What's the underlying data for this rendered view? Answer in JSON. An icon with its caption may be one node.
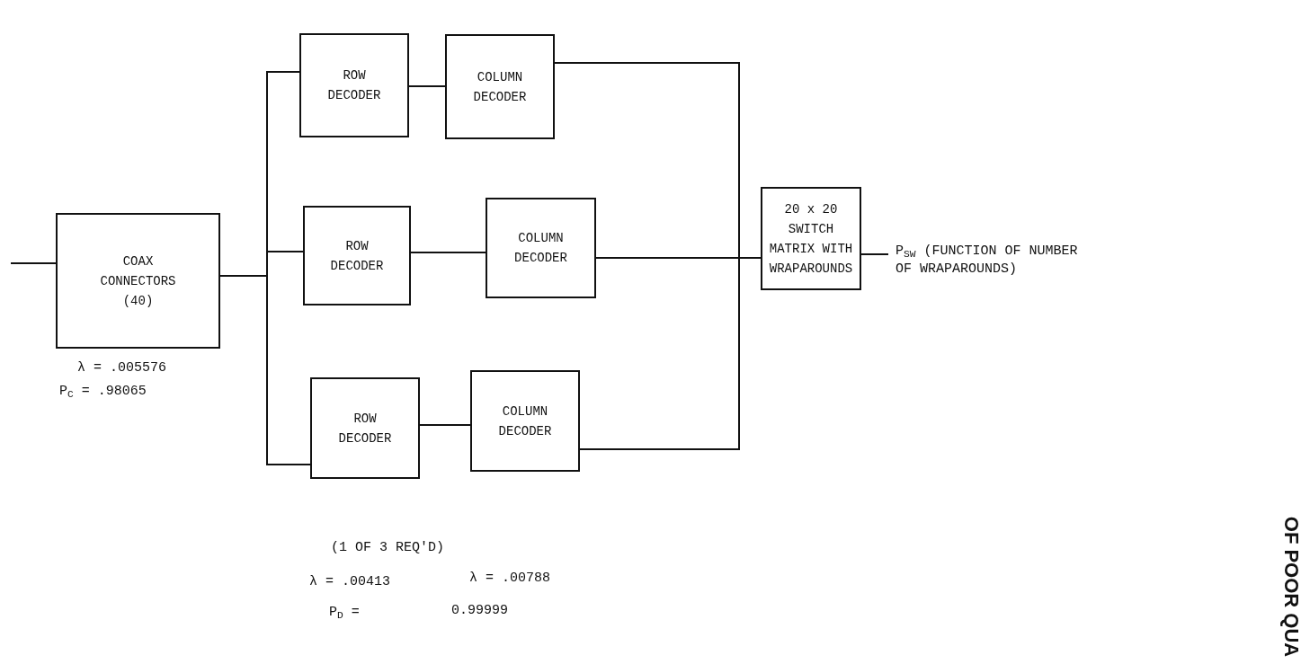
{
  "diagram": {
    "nodes": [
      {
        "text": [
          "COAX CONNECTORS (40)"
        ],
        "beside": [
          "λ = .005576",
          "P$_{C}$ = .98065"
        ]
      },
      {
        "text": [
          "ROW DECODER"
        ]
      },
      {
        "text": [
          "COLUMN DECODER"
        ]
      },
      {
        "text": [
          "ROW DECODER"
        ]
      },
      {
        "text": [
          "COLUMN DECODER"
        ]
      },
      {
        "text": [
          "ROW DECODER"
        ]
      },
      {
        "text": [
          "COLUMN DECODER"
        ]
      },
      {
        "text": [
          "20 x 20 SWITCH MATRIX WITH WRAPAROUNDS"
        ],
        "beside": [
          "P$_{SW}$ (FUNCTION OF NUMBER OF WRAPAROUNDS)"
        ]
      }
    ],
    "edges": [
      {
        "from": null,
        "to": 0,
        "arrow": "none"
      },
      {
        "from": 0,
        "to": 1,
        "arrow": "none"
      },
      {
        "from": 0,
        "to": 3,
        "arrow": "none"
      },
      {
        "from": 0,
        "to": 5,
        "arrow": "none"
      },
      {
        "from": 1,
        "to": 2,
        "arrow": "none"
      },
      {
        "from": 3,
        "to": 4,
        "arrow": "none"
      },
      {
        "from": 5,
        "to": 6,
        "arrow": "none"
      },
      {
        "from": 2,
        "to": 7,
        "arrow": "none"
      },
      {
        "from": 4,
        "to": 7,
        "arrow": "none"
      },
      {
        "from": 6,
        "to": 7,
        "arrow": "none"
      },
      {
        "from": 7,
        "to": null,
        "arrow": "none"
      }
    ],
    "labels": [
      "(1 OF 3 REQ'D)",
      "λ = .00413",
      "λ = .00788",
      "P$_{D}$ =",
      "0.99999",
      "OF POOR QUA"
    ]
  }
}
